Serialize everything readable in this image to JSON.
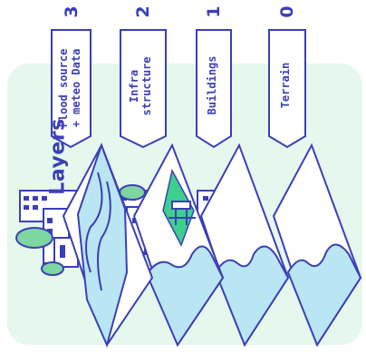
{
  "title": "Layers",
  "layers": [
    {
      "number": "3",
      "label_line1": "Flood source",
      "label_line2": "+ meteo Data"
    },
    {
      "number": "2",
      "label_line1": "Infra",
      "label_line2": "structure"
    },
    {
      "number": "1",
      "label_line1": "Buildings",
      "label_line2": ""
    },
    {
      "number": "0",
      "label_line1": "Terrain",
      "label_line2": ""
    }
  ],
  "colors": {
    "outline": "#3b3fb6",
    "background": "#e6f7ee",
    "water": "#b9e6f2",
    "trees": "#7ed6a0",
    "highlight": "#3ecf8e"
  }
}
